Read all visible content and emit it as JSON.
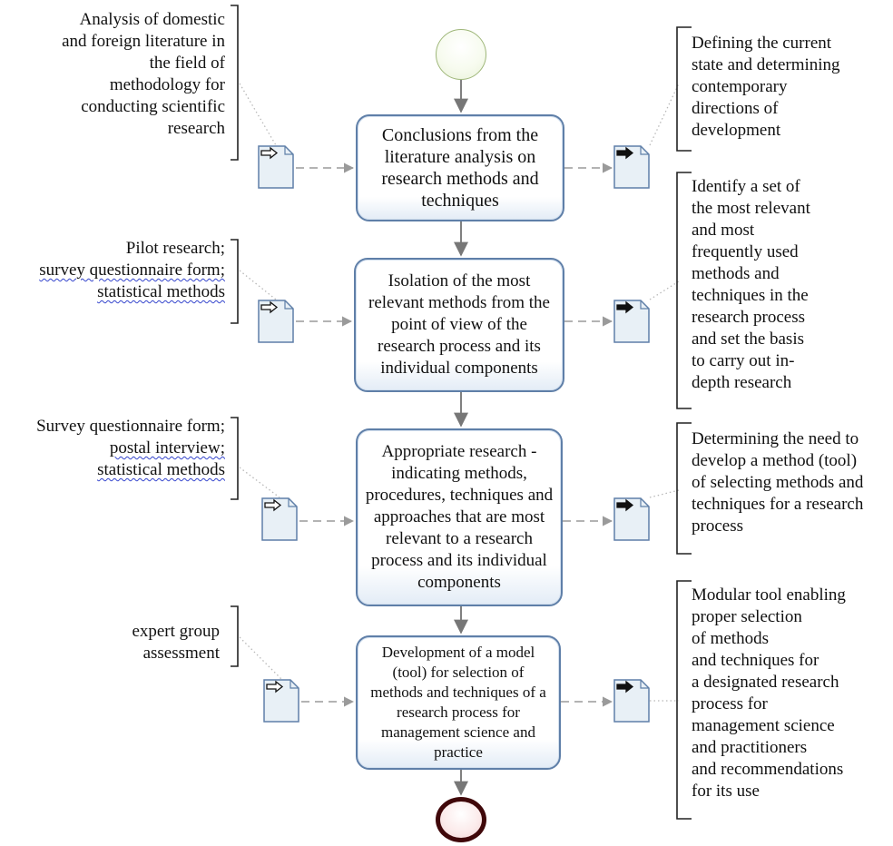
{
  "start_event": {},
  "tasks": [
    {
      "label": "Conclusions from the literature analysis on research methods and techniques"
    },
    {
      "label": "Isolation of the most relevant methods from the point of view of the research process and its individual components"
    },
    {
      "label": "Appropriate research - indicating methods, procedures, techniques and approaches that are most relevant to a research process and its individual components"
    },
    {
      "label": "Development of a model (tool) for selection of methods and techniques of a research process for management science and practice"
    }
  ],
  "inputs": [
    {
      "lines": [
        "Analysis of domestic",
        "and foreign literature in",
        "the field of",
        "methodology for",
        "conducting scientific",
        "research"
      ]
    },
    {
      "lines": [
        "Pilot research;",
        "survey questionnaire form;",
        "statistical methods"
      ]
    },
    {
      "lines": [
        "Survey questionnaire form;",
        "postal interview;",
        "statistical methods"
      ]
    },
    {
      "lines": [
        "expert group",
        "assessment"
      ]
    }
  ],
  "outputs": [
    {
      "lines": [
        "Defining the current",
        "state and determining",
        "contemporary",
        "directions of",
        "development"
      ]
    },
    {
      "lines": [
        "Identify a set of",
        "the most relevant",
        "and most",
        "frequently used",
        "methods and",
        "techniques in the",
        "research process",
        "and set the basis",
        "to carry out in-",
        "depth research"
      ]
    },
    {
      "lines": [
        "Determining the need to",
        "develop a method (tool)",
        "of selecting methods and",
        "techniques for a research",
        "process"
      ]
    },
    {
      "lines": [
        "Modular tool enabling",
        "proper selection",
        "of methods",
        "and techniques for",
        "a designated research",
        "process for",
        "management science",
        "and practitioners",
        "and recommendations",
        "for its use"
      ]
    }
  ],
  "colors": {
    "task_border": "#5f7fa8",
    "start_border": "#9fb77a",
    "end_border": "#40080a",
    "connector": "#808080",
    "dashed": "#9a9a9a",
    "doc_border": "#5f7fa8",
    "doc_fill": "#e8f0f6"
  }
}
